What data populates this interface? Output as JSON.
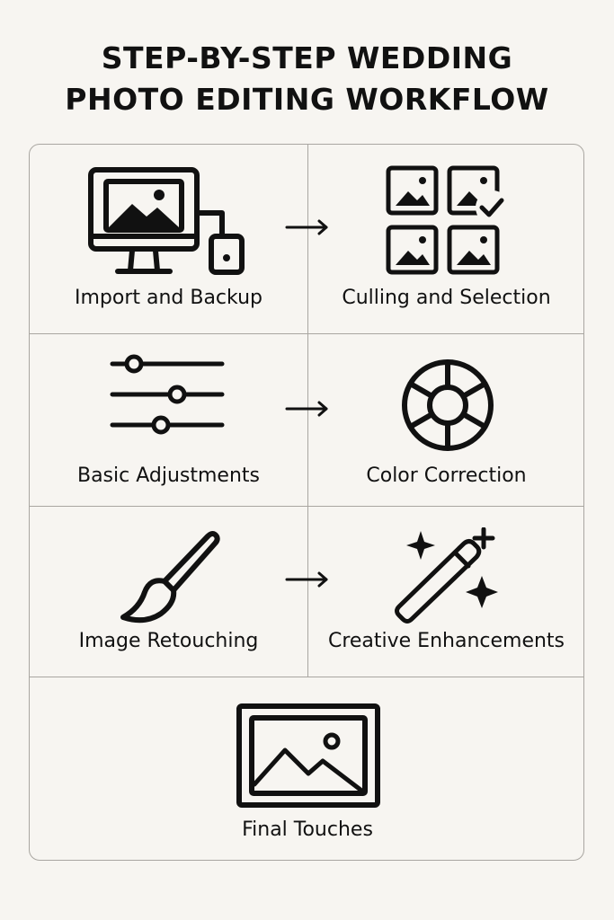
{
  "title": {
    "line1": "STEP-BY-STEP WEDDING",
    "line2": "PHOTO EDITING WORKFLOW"
  },
  "steps": [
    {
      "label": "Import and Backup",
      "icon": "computer-with-drive-icon"
    },
    {
      "label": "Culling and Selection",
      "icon": "photo-grid-check-icon"
    },
    {
      "label": "Basic Adjustments",
      "icon": "sliders-icon"
    },
    {
      "label": "Color Correction",
      "icon": "color-wheel-icon"
    },
    {
      "label": "Image Retouching",
      "icon": "paintbrush-icon"
    },
    {
      "label": "Creative Enhancements",
      "icon": "magic-wand-icon"
    },
    {
      "label": "Final Touches",
      "icon": "framed-picture-icon"
    }
  ],
  "colors": {
    "background": "#f7f5f1",
    "ink": "#111111",
    "grid_line": "#a9a6a1"
  }
}
